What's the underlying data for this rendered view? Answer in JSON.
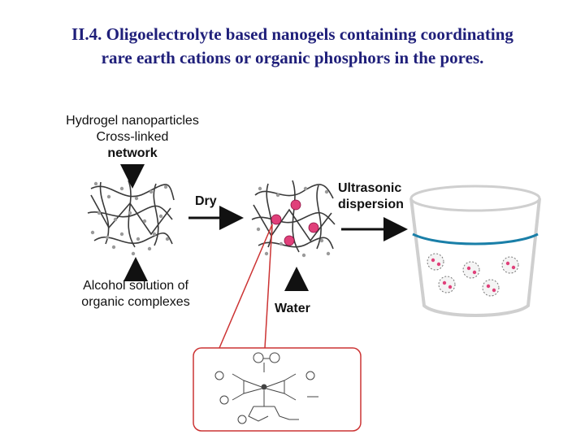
{
  "slide": {
    "title_line1": "II.4. Oligoelectrolyte based nanogels containing coordinating",
    "title_line2": "rare earth cations or organic phosphors in the pores."
  },
  "diagram": {
    "hydrogel_line1": "Hydrogel nanoparticles",
    "hydrogel_line2": "Cross-linked",
    "hydrogel_line3": "network",
    "dry_label": "Dry",
    "ultrasonic_line1": "Ultrasonic",
    "ultrasonic_line2": "dispersion",
    "alcohol_line1": "Alcohol solution of",
    "alcohol_line2": "organic complexes",
    "water_label": "Water"
  },
  "colors": {
    "title": "#1f1f7a",
    "network_line": "#3a3a3a",
    "pore_dot": "#9a9a9a",
    "complex_particle": "#e0407a",
    "water_surface": "#1a7fa8",
    "inset_border": "#cc3333"
  }
}
